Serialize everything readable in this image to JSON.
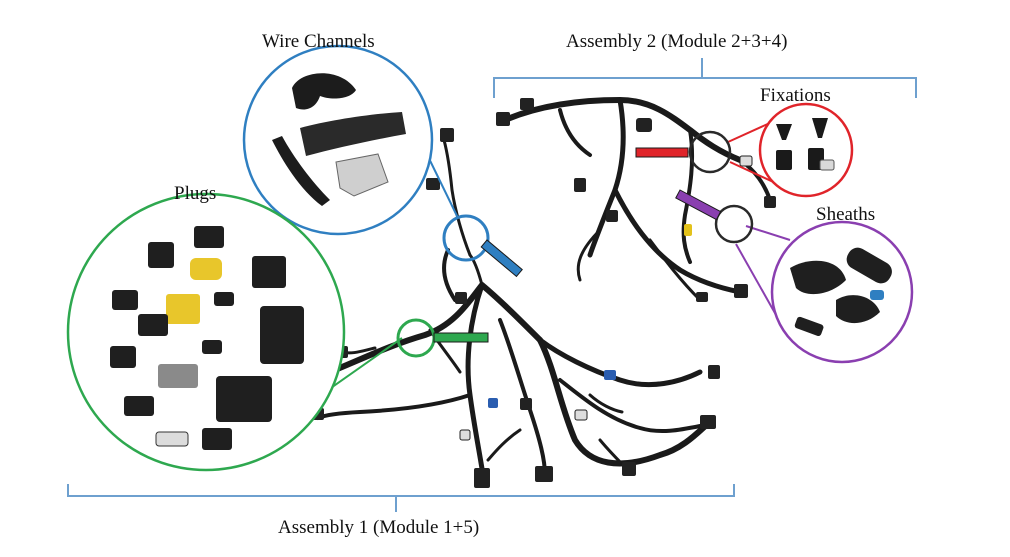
{
  "labels": {
    "wire_channels": "Wire Channels",
    "plugs": "Plugs",
    "assembly2": "Assembly 2 (Module 2+3+4)",
    "fixations": "Fixations",
    "sheaths": "Sheaths",
    "assembly1": "Assembly 1 (Module 1+5)"
  },
  "colors": {
    "wire_channels": "#2f7fc1",
    "plugs": "#2ea84f",
    "fixations": "#e0242a",
    "sheaths": "#8a3fb0",
    "bracket": "#6ea0cf",
    "harness": "#1a1a1a"
  },
  "icons": [
    "wire-channel-parts-image",
    "plug-parts-image",
    "fixation-clips-image",
    "sheath-parts-image",
    "wire-harness-image"
  ]
}
